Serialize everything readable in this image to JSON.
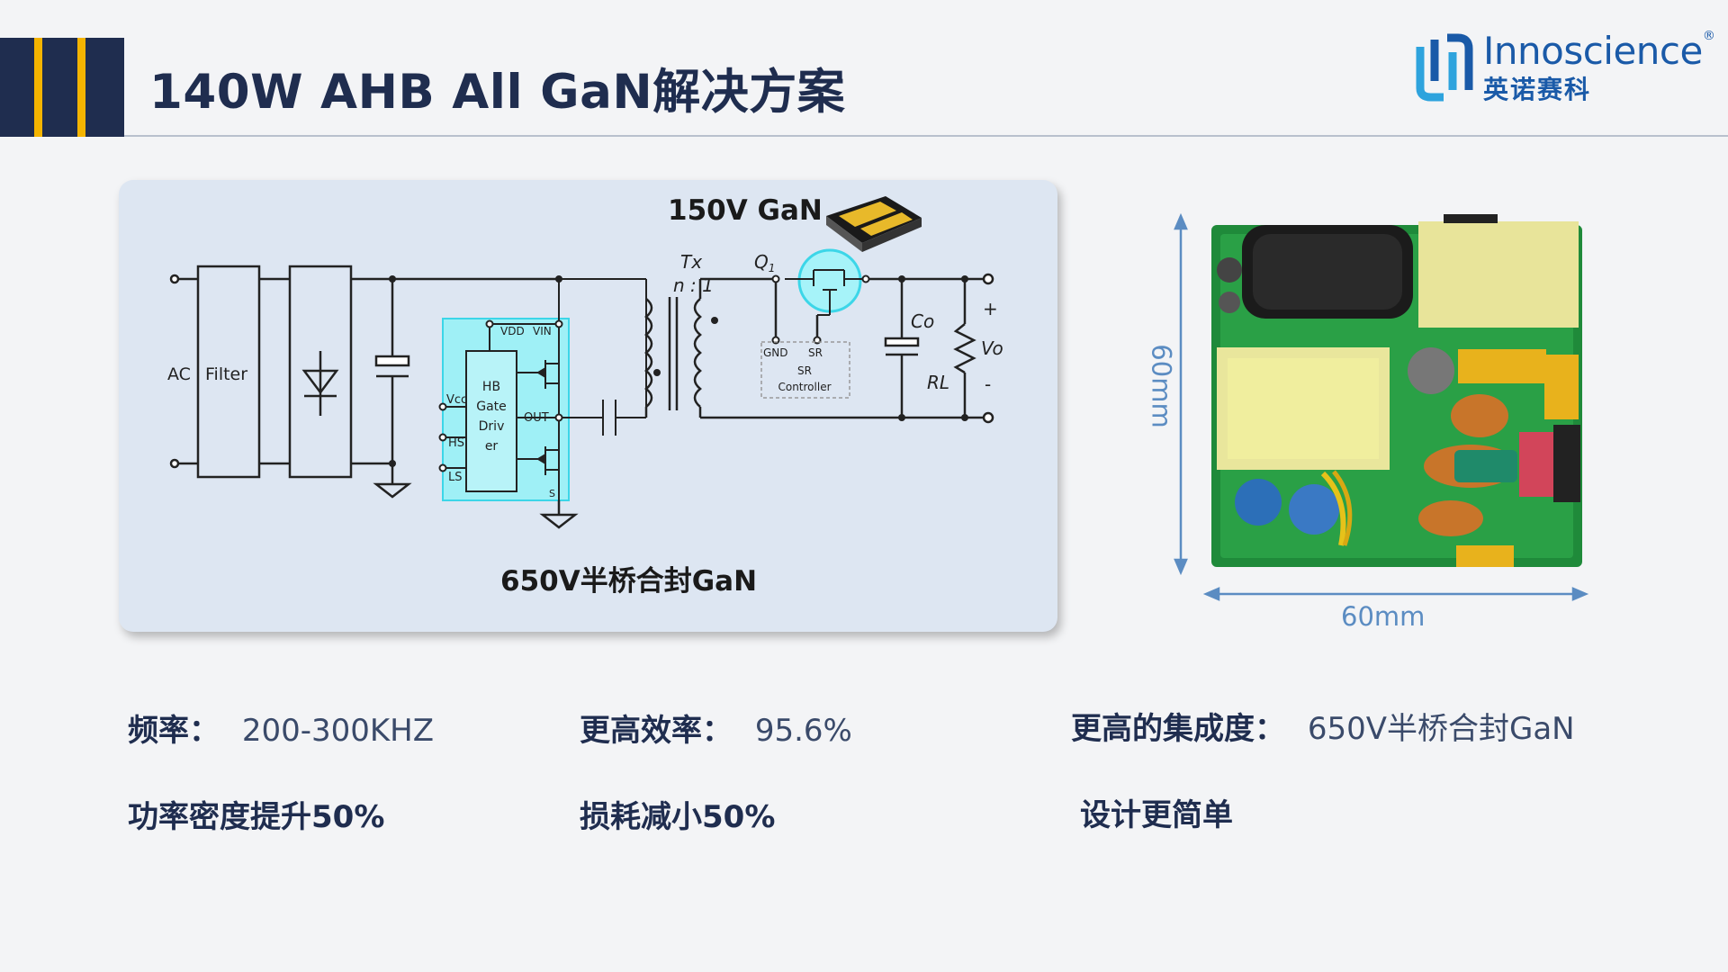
{
  "title": "140W AHB All GaN解决方案",
  "logo": {
    "name": "Innoscience",
    "reg": "®",
    "cn": "英诺赛科"
  },
  "schematic": {
    "label_150v": "150V GaN",
    "label_650v": "650V半桥合封GaN",
    "ac": "AC",
    "filter": "Filter",
    "driver": [
      "HB",
      "Gate",
      "Driv",
      "er"
    ],
    "pins": {
      "vdd": "VDD",
      "vin": "VIN",
      "vcc": "Vcc",
      "hs": "HS",
      "ls": "LS",
      "out": "OUT",
      "s": "S"
    },
    "transformer": {
      "name": "Tx",
      "ratio": "n : 1"
    },
    "q1": "Q",
    "q1_sub": "1",
    "sr": {
      "gnd": "GND",
      "sr": "SR",
      "title1": "SR",
      "title2": "Controller"
    },
    "co": "Co",
    "rl": "RL",
    "vo": "Vo",
    "plus": "+",
    "minus": "-"
  },
  "pcb": {
    "width_label": "60mm",
    "height_label": "60mm"
  },
  "specs": [
    {
      "label": "频率：",
      "value": "200-300KHZ"
    },
    {
      "label": "更高效率：",
      "value": "95.6%"
    },
    {
      "label": "更高的集成度：",
      "value": "650V半桥合封GaN"
    },
    {
      "label": "功率密度提升50%",
      "value": ""
    },
    {
      "label": "损耗减小50%",
      "value": ""
    },
    {
      "label": "设计更简单",
      "value": ""
    }
  ],
  "colors": {
    "navy": "#1f2d4f",
    "accent": "#f4b400",
    "brand": "#1a5aa8",
    "dimension": "#5b8cc2",
    "highlight": "#5fe0f0"
  }
}
